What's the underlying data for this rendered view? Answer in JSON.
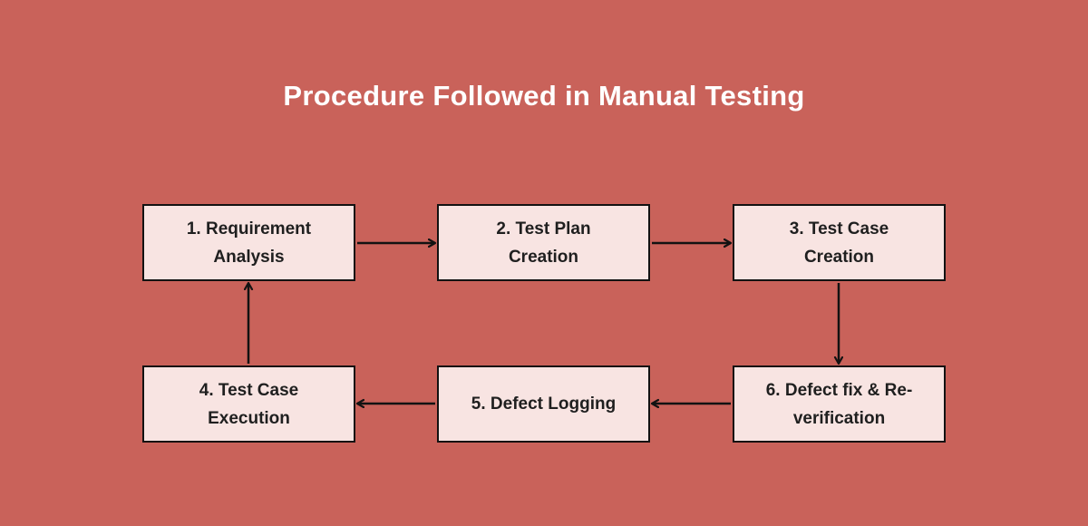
{
  "title": "Procedure Followed in Manual Testing",
  "colors": {
    "background": "#c9625a",
    "box_fill": "#f8e4e2",
    "box_border": "#121212",
    "arrow": "#121212",
    "title_text": "#ffffff",
    "box_text": "#1f1f1f"
  },
  "diagram": {
    "type": "flowchart",
    "nodes": [
      {
        "id": "1",
        "line1": "1. Requirement",
        "line2": "Analysis"
      },
      {
        "id": "2",
        "line1": "2. Test Plan",
        "line2": "Creation"
      },
      {
        "id": "3",
        "line1": "3. Test Case",
        "line2": "Creation"
      },
      {
        "id": "4",
        "line1": "4. Test Case",
        "line2": "Execution"
      },
      {
        "id": "5",
        "line1": "5. Defect Logging"
      },
      {
        "id": "6",
        "line1": "6. Defect fix & Re-",
        "line2": "verification"
      }
    ],
    "edges": [
      {
        "from": "1",
        "to": "2"
      },
      {
        "from": "2",
        "to": "3"
      },
      {
        "from": "3",
        "to": "6"
      },
      {
        "from": "6",
        "to": "5"
      },
      {
        "from": "5",
        "to": "4"
      },
      {
        "from": "4",
        "to": "1"
      }
    ]
  }
}
